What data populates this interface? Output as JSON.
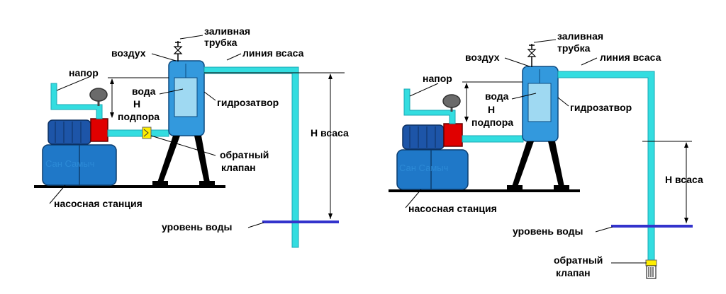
{
  "colors": {
    "pipe": "#33dde0",
    "pipe_edge": "#1aa7b5",
    "tank_outer": "#3399dd",
    "tank_inner": "#9fd9f2",
    "station": "#1f78c8",
    "motor": "#1d55a8",
    "pump": "#e00000",
    "valve": "#ffee00",
    "gauge": "#6a6a6a",
    "water_level": "#3333cc"
  },
  "left": {
    "labels": {
      "fill_pipe_1": "заливная",
      "fill_pipe_2": "трубка",
      "air": "воздух",
      "suction_line": "линия всаса",
      "pressure": "напор",
      "water": "вода",
      "h": "Н",
      "support": "подпора",
      "water_seal": "гидрозатвор",
      "h_suction": "Н всаса",
      "check_valve_1": "обратный",
      "check_valve_2": "клапан",
      "pump_station": "насосная станция",
      "water_level": "уровень воды",
      "brand": "Сан Самыч"
    }
  },
  "right": {
    "labels": {
      "fill_pipe_1": "заливная",
      "fill_pipe_2": "трубка",
      "air": "воздух",
      "suction_line": "линия всаса",
      "pressure": "напор",
      "water": "вода",
      "h": "Н",
      "support": "подпора",
      "water_seal": "гидрозатвор",
      "h_suction": "Н всаса",
      "pump_station": "насосная станция",
      "water_level": "уровень воды",
      "check_valve_1": "обратный",
      "check_valve_2": "клапан",
      "brand": "Сан Самыч"
    }
  }
}
